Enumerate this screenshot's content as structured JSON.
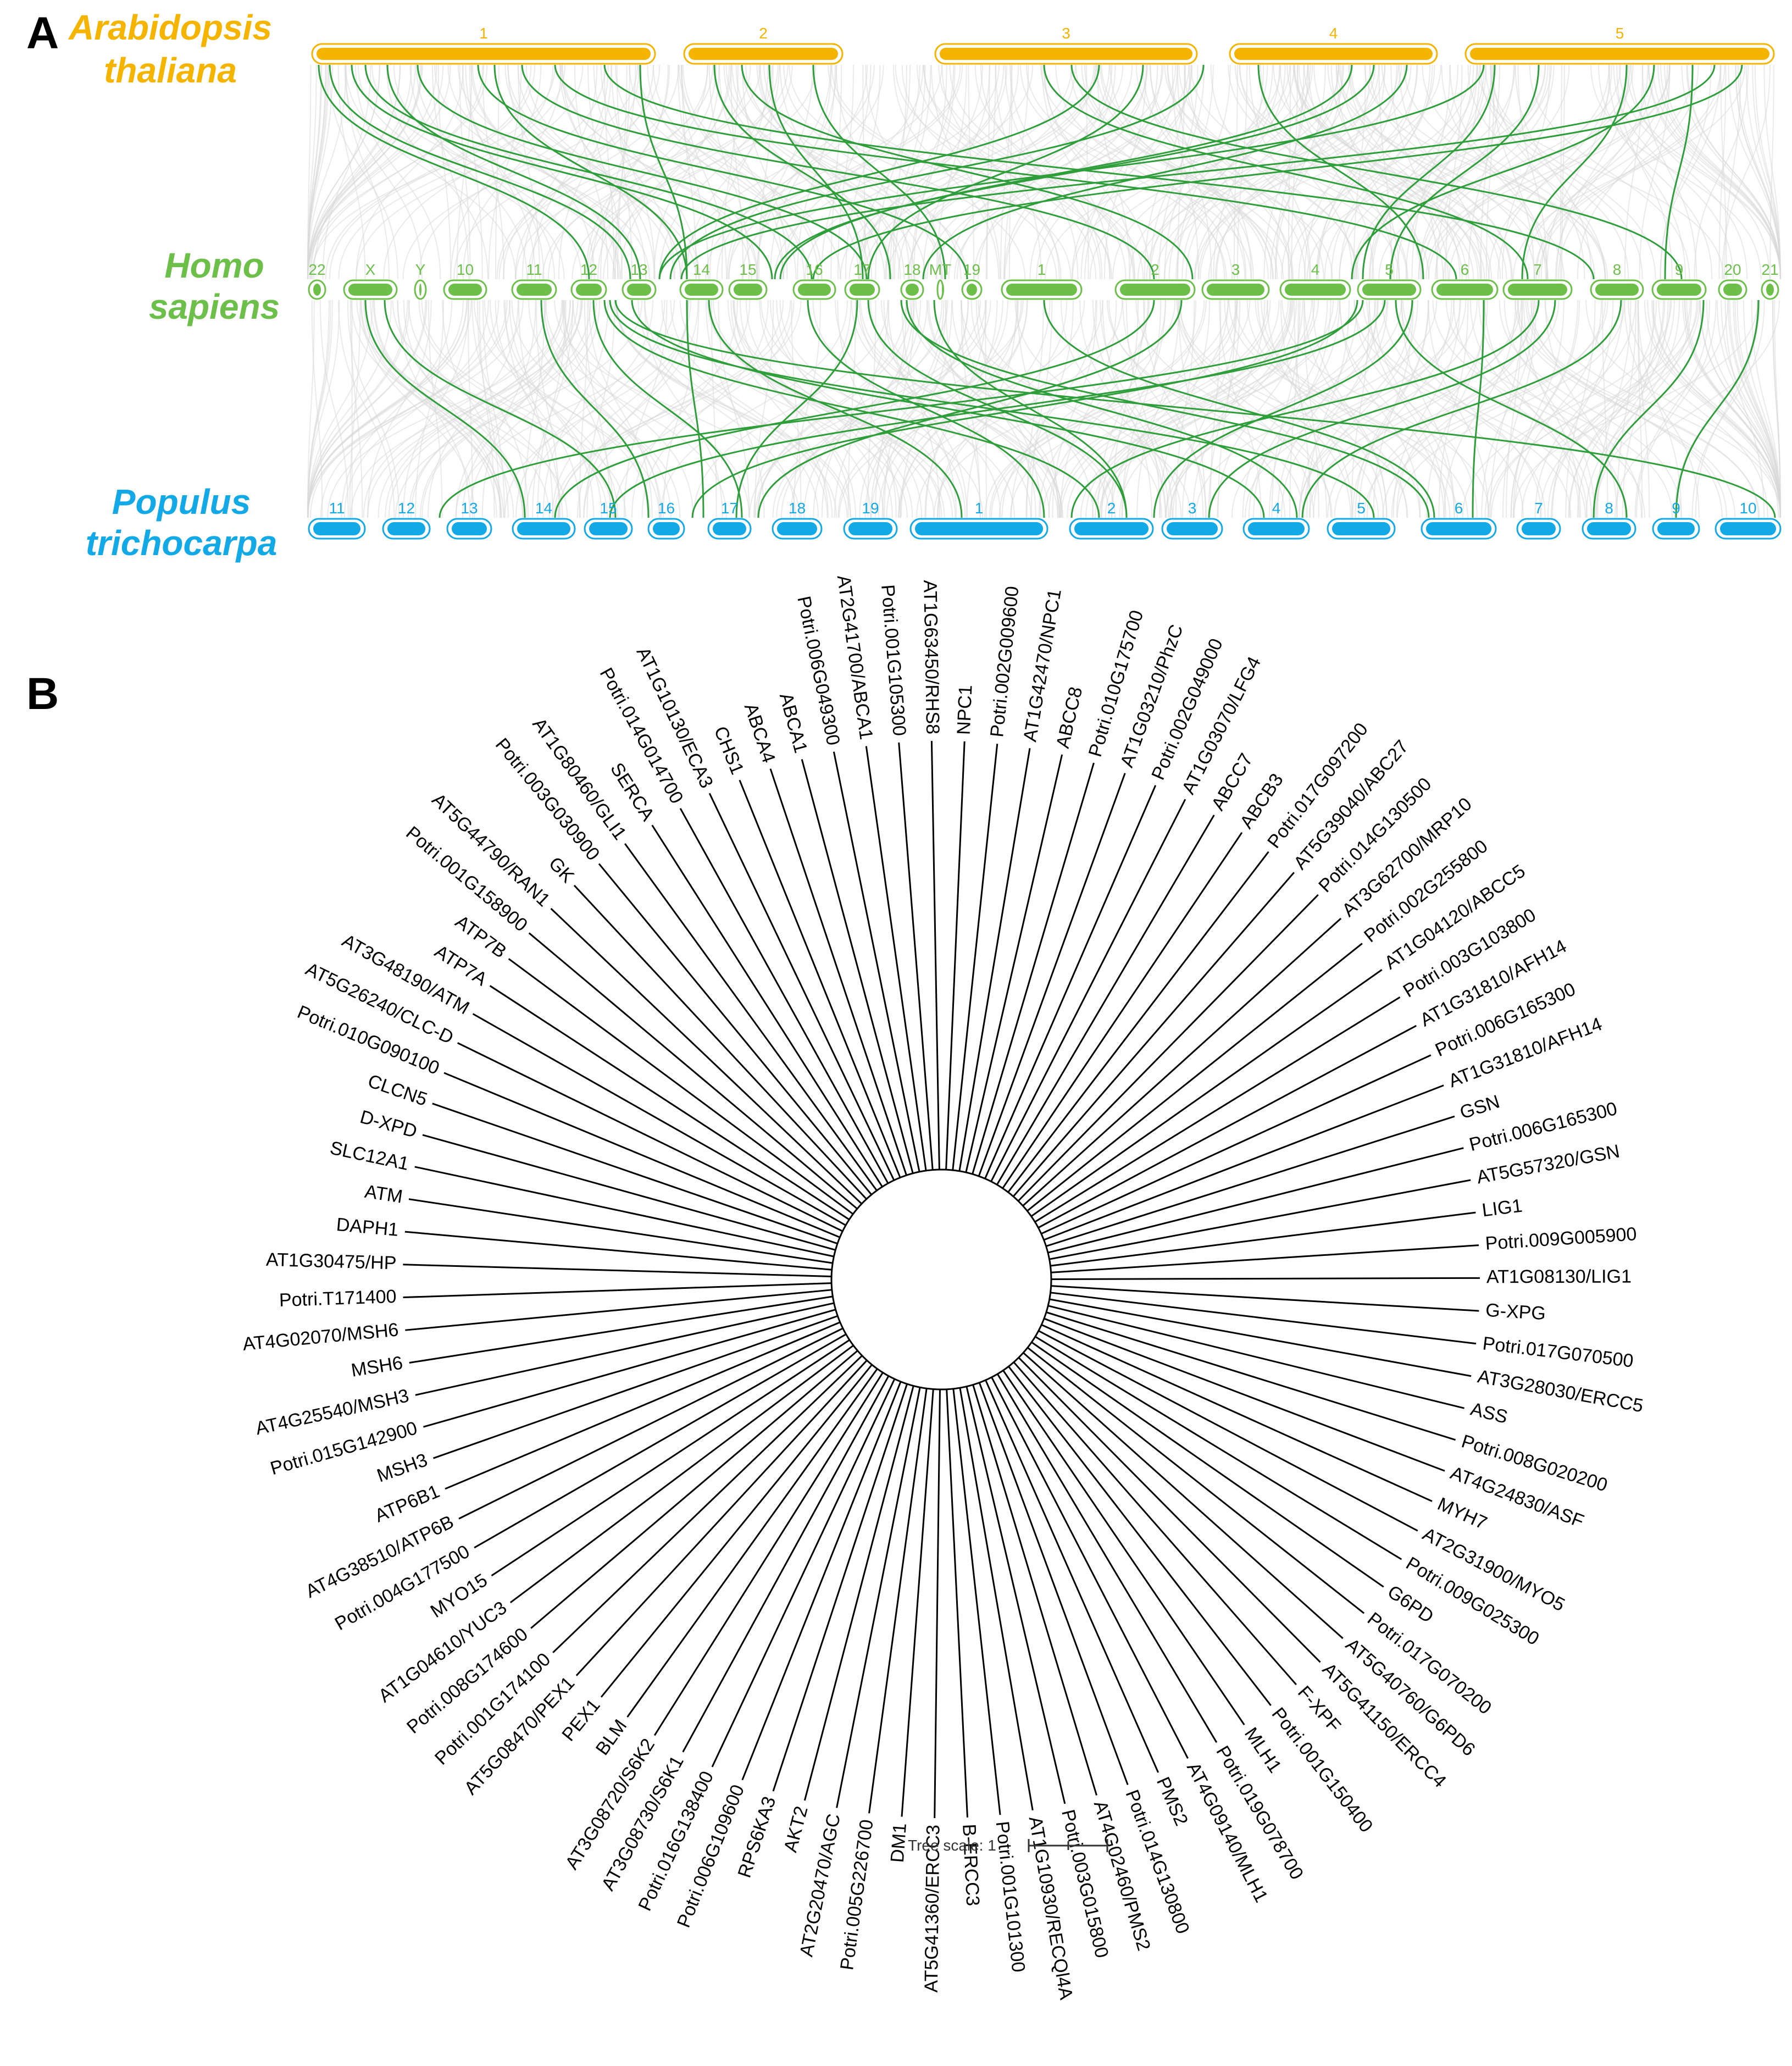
{
  "figure": {
    "panel_a_label": "A",
    "panel_b_label": "B",
    "scale_label": "Tree scale: 1",
    "colors": {
      "arabidopsis": "#F5B400",
      "homo": "#6CC04A",
      "populus": "#12A9E6",
      "link": "#2E9E3A",
      "background_link": "#D9D9D9",
      "tree": "#000000"
    }
  },
  "synteny": {
    "species": [
      {
        "id": "ath",
        "name_line1": "Arabidopsis",
        "name_line2": "thaliana",
        "chromosomes": [
          "1",
          "2",
          "3",
          "4",
          "5"
        ]
      },
      {
        "id": "hsa",
        "name_line1": "Homo",
        "name_line2": "sapiens",
        "chromosomes": [
          "22",
          "X",
          "Y",
          "10",
          "11",
          "12",
          "13",
          "14",
          "15",
          "16",
          "17",
          "18",
          "MT",
          "19",
          "1",
          "2",
          "3",
          "4",
          "5",
          "6",
          "7",
          "8",
          "9",
          "20",
          "21"
        ]
      },
      {
        "id": "ptr",
        "name_line1": "Populus",
        "name_line2": "trichocarpa",
        "chromosomes": [
          "11",
          "12",
          "13",
          "14",
          "15",
          "16",
          "17",
          "18",
          "19",
          "1",
          "2",
          "3",
          "4",
          "5",
          "6",
          "7",
          "8",
          "9",
          "10"
        ]
      }
    ]
  },
  "tree": {
    "leaves": [
      "CHS1",
      "ABCA4",
      "ABCA1",
      "Potri.006G049300",
      "AT2G41700/ABCA1",
      "Potri.001G105300",
      "AT1G63450/RHS8",
      "NPC1",
      "Potri.002G009600",
      "AT1G42470/NPC1",
      "ABCC8",
      "Potri.010G175700",
      "AT1G03210/PhzC",
      "Potri.002G049000",
      "AT1G03070/LFG4",
      "ABCC7",
      "ABCB3",
      "Potri.017G097200",
      "AT5G39040/ABC27",
      "Potri.014G130500",
      "AT3G62700/MRP10",
      "Potri.002G255800",
      "AT1G04120/ABCC5",
      "Potri.003G103800",
      "AT1G31810/AFH14",
      "Potri.006G165300",
      "AT1G31810/AFH14",
      "GSN",
      "Potri.006G165300",
      "AT5G57320/GSN",
      "LIG1",
      "Potri.009G005900",
      "AT1G08130/LIG1",
      "G-XPG",
      "Potri.017G070500",
      "AT3G28030/ERCC5",
      "ASS",
      "Potri.008G020200",
      "AT4G24830/ASF",
      "MYH7",
      "AT2G31900/MYO5",
      "Potri.009G025300",
      "G6PD",
      "Potri.017G070200",
      "AT5G40760/G6PD6",
      "AT5G41150/ERCC4",
      "F-XPF",
      "Potri.001G150400",
      "MLH1",
      "Potri.019G078700",
      "AT4G09140/MLH1",
      "PMS2",
      "Potri.014G130800",
      "AT4G02460/PMS2",
      "Potri.003G015800",
      "AT1G10930/RECQl4A",
      "Potri.001G101300",
      "B-ERCC3",
      "AT5G41360/ERCC3",
      "DM1",
      "Potri.005G226700",
      "AT2G20470/AGC",
      "AKT2",
      "RPS6KA3",
      "Potri.006G109600",
      "Potri.016G138400",
      "AT3G08730/S6K1",
      "AT3G08720/S6K2",
      "BLM",
      "PEX1",
      "AT5G08470/PEX1",
      "Potri.001G174100",
      "Potri.008G174600",
      "AT1G04610/YUC3",
      "MYO15",
      "Potri.004G177500",
      "AT4G38510/ATP6B",
      "ATP6B1",
      "MSH3",
      "Potri.015G142900",
      "AT4G25540/MSH3",
      "MSH6",
      "AT4G02070/MSH6",
      "Potri.T171400",
      "AT1G30475/HP",
      "DAPH1",
      "ATM",
      "SLC12A1",
      "D-XPD",
      "CLCN5",
      "Potri.010G090100",
      "AT5G26240/CLC-D",
      "AT3G48190/ATM",
      "ATP7A",
      "ATP7B",
      "Potri.001G158900",
      "AT5G44790/RAN1",
      "GK",
      "Potri.003G030900",
      "AT1G80460/GLI1",
      "SERCA",
      "Potri.014G014700",
      "AT1G10130/ECA3"
    ]
  }
}
